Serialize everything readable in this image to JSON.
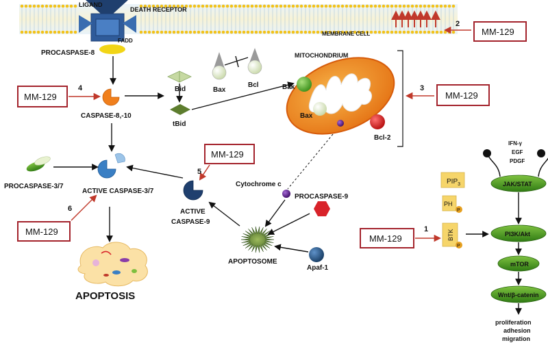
{
  "labels": {
    "ligand": "LIGAND",
    "death_receptor": "DEATH RECEPTOR",
    "membrane_cell": "MEMBRANE CELL",
    "procaspase8": "PROCASPASE-8",
    "fadd": "FADD",
    "mitochondrium": "MITOCHONDRIUM",
    "bid": "Bid",
    "tbid": "tBid",
    "bax_top": "Bax",
    "bcl_top": "Bcl",
    "bak": "Bak",
    "bax_mito": "Bax",
    "bcl2": "Bcl-2",
    "caspase8_10": "CASPASE-8,-10",
    "procaspase37": "PROCASPASE-3/7",
    "active_caspase37": "ACTIVE CASPASE-3/7",
    "active_caspase9_line1": "ACTIVE",
    "active_caspase9_line2": "CASPASE-9",
    "cytochrome_c": "Cytochrome c",
    "procaspase9": "PROCASPASE-9",
    "apoptosome": "APOPTOSOME",
    "apaf1": "Apaf-1",
    "apoptosis": "APOPTOSIS",
    "pip3_base": "PIP",
    "pip3_sub": "3",
    "ph": "PH",
    "btk": "BTK",
    "p": "P",
    "ifn": "IFN-γ",
    "egf": "EGF",
    "pdgf": "PDGF",
    "jak_stat": "JAK/STAT",
    "pi3k_akt": "PI3K/Akt",
    "mtor": "mTOR",
    "wnt": "Wnt/β-catenin",
    "out1": "proliferation",
    "out2": "adhesion",
    "out3": "migration"
  },
  "drug_boxes": [
    {
      "label": "MM-129",
      "number": "2"
    },
    {
      "label": "MM-129",
      "number": "4"
    },
    {
      "label": "MM-129",
      "number": "3"
    },
    {
      "label": "MM-129",
      "number": "5"
    },
    {
      "label": "MM-129",
      "number": "6"
    },
    {
      "label": "MM-129",
      "number": "1"
    }
  ],
  "colors": {
    "drug_box_border": "#a3222b",
    "drug_arrow": "#c0392b",
    "pathway_green": "#3f8f1e",
    "receptor_blue": "#2f5b9a",
    "fadd_yellow": "#f2d516",
    "caspase_orange": "#f07f1c",
    "caspase_blue": "#3a7fc4",
    "mito_orange": "#f08a1a",
    "procaspase9_red": "#d8232a",
    "apaf1_blue": "#1f4f7d",
    "cytochrome_purple": "#5b1a8a",
    "pip_yellow": "#f6d56a"
  }
}
